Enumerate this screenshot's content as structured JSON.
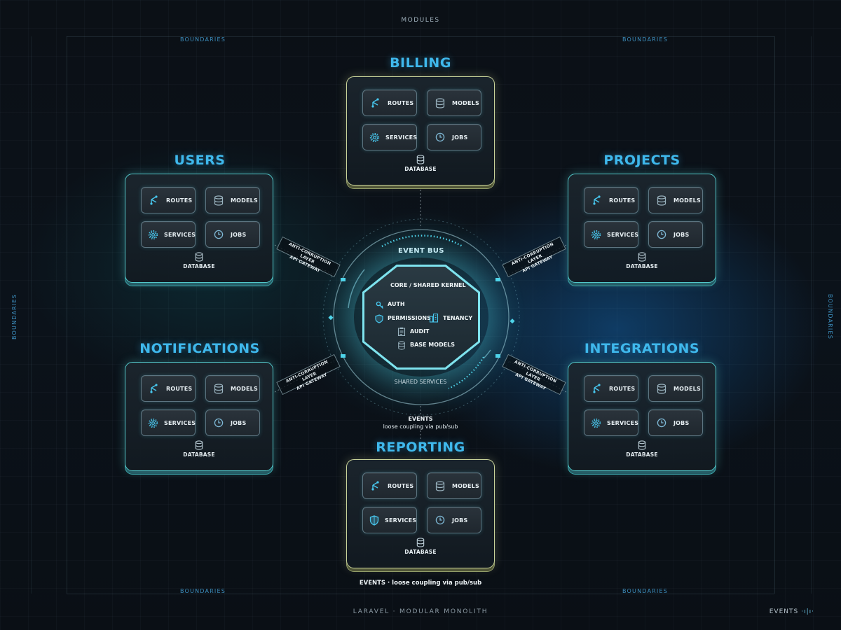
{
  "header": {
    "title": "MODULES"
  },
  "frame": {
    "boundaries_label": "BOUNDARIES",
    "footer_title": "LARAVEL · MODULAR MONOLITH",
    "footer_events": "EVENTS"
  },
  "colors": {
    "accent": "#3fb8ec",
    "teal_border": "#52c7c9",
    "gold_border": "#c9d39a",
    "background": "#0a0f16"
  },
  "modules": {
    "billing": {
      "title": "BILLING",
      "routes": "ROUTES",
      "models": "MODELS",
      "services": "SERVICES",
      "jobs": "JOBS",
      "database": "DATABASE",
      "services_icon": "gear-icon"
    },
    "users": {
      "title": "USERS",
      "routes": "ROUTES",
      "models": "MODELS",
      "services": "SERVICES",
      "jobs": "JOBS",
      "database": "DATABASE",
      "services_icon": "gear-icon"
    },
    "projects": {
      "title": "PROJECTS",
      "routes": "ROUTES",
      "models": "MODELS",
      "services": "SERVICES",
      "jobs": "JOBS",
      "database": "DATABASE",
      "services_icon": "gear-icon"
    },
    "notifications": {
      "title": "NOTIFICATIONS",
      "routes": "ROUTES",
      "models": "MODELS",
      "services": "SERVICES",
      "jobs": "JOBS",
      "database": "DATABASE",
      "services_icon": "gear-icon"
    },
    "integrations": {
      "title": "INTEGRATIONS",
      "routes": "ROUTES",
      "models": "MODELS",
      "services": "SERVICES",
      "jobs": "JOBS",
      "database": "DATABASE",
      "services_icon": "gear-icon"
    },
    "reporting": {
      "title": "REPORTING",
      "routes": "ROUTES",
      "models": "MODELS",
      "services": "SERVICES",
      "jobs": "JOBS",
      "database": "DATABASE",
      "services_icon": "shield-icon"
    }
  },
  "acl": {
    "line1": "ANTI-CORRUPTION LAYER",
    "line2": "API GATEWAY"
  },
  "core": {
    "event_bus": "EVENT BUS",
    "title": "CORE / SHARED KERNEL",
    "items": {
      "auth": "AUTH",
      "permissions": "PERMISSIONS",
      "tenancy": "TENANCY",
      "audit": "AUDIT",
      "base_models": "BASE MODELS"
    },
    "shared_services": "SHARED SERVICES",
    "events_title": "EVENTS",
    "events_sub": "loose coupling via pub/sub"
  },
  "bottom_caption": "EVENTS · loose coupling via pub/sub"
}
